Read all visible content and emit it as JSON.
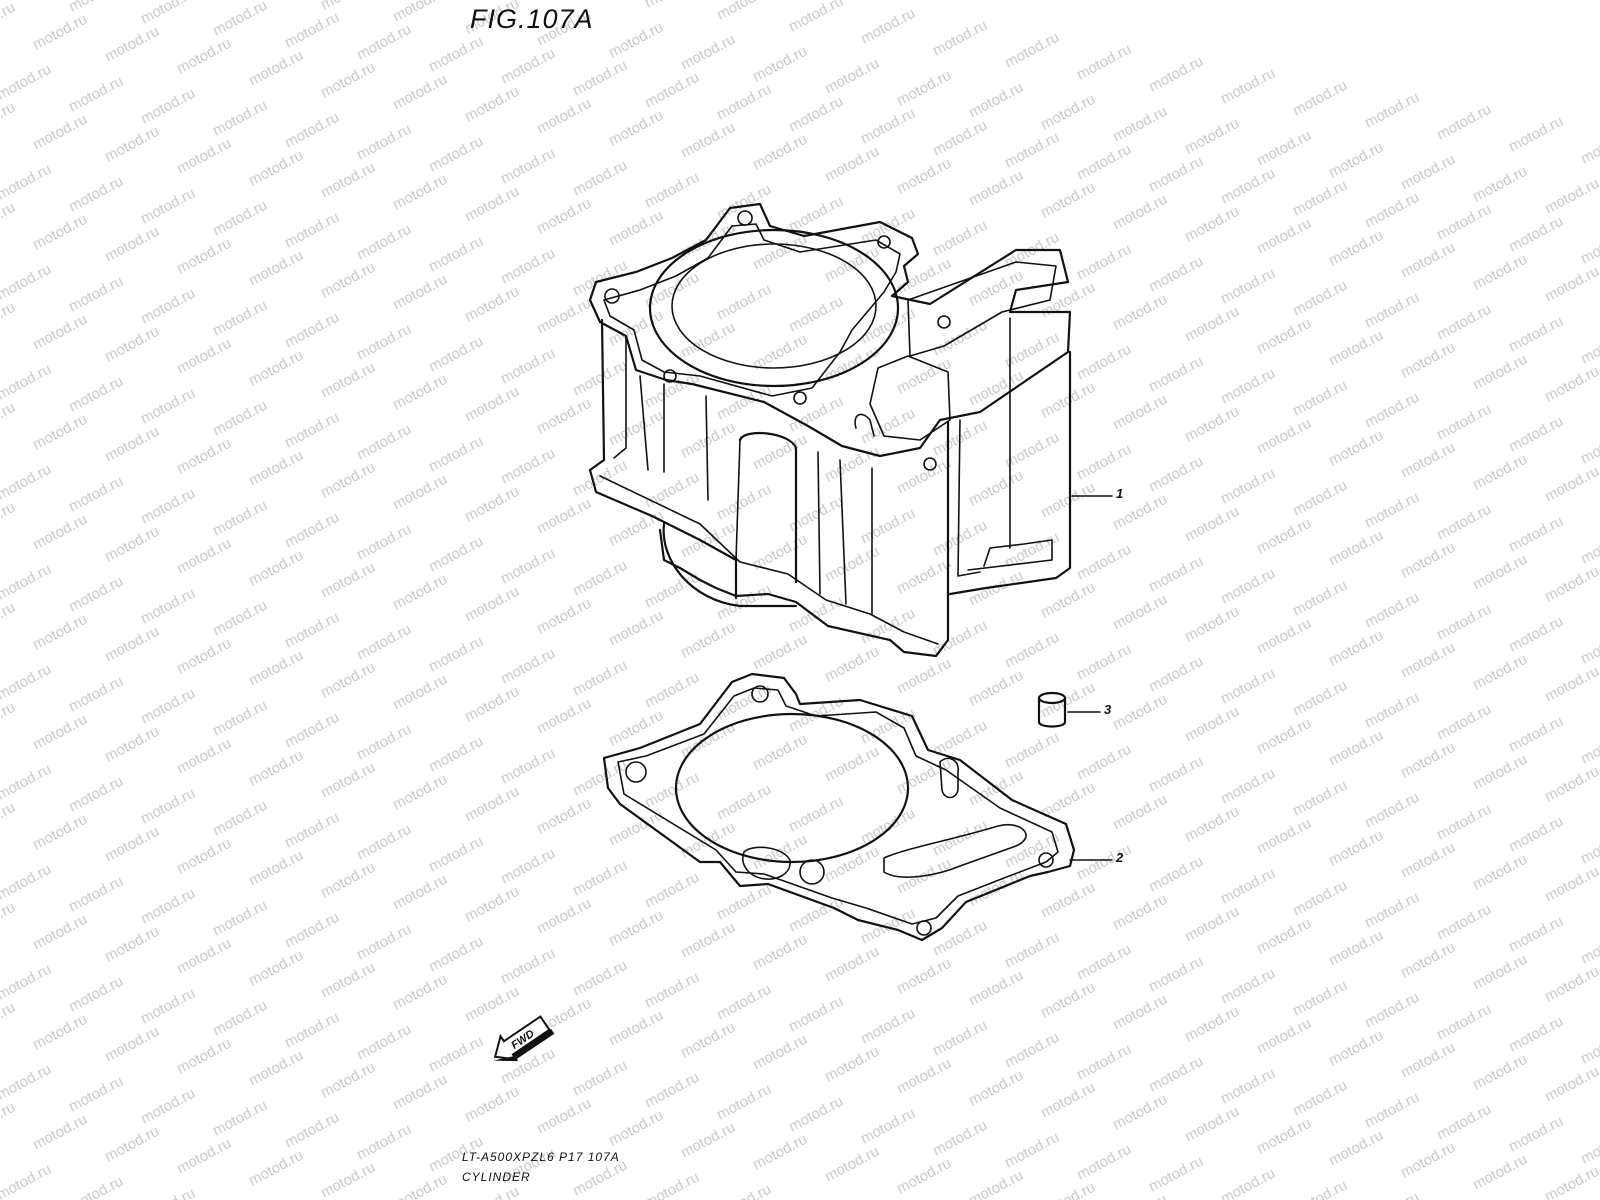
{
  "header": {
    "figure_title": "FIG.107A"
  },
  "parts": [
    {
      "ref": "1",
      "part": "cylinder"
    },
    {
      "ref": "2",
      "part": "cylinder gasket"
    },
    {
      "ref": "3",
      "part": "dowel pin"
    }
  ],
  "direction_badge": {
    "label": "FWD"
  },
  "footer": {
    "model_code": "LT-A500XPZL6  P17  107A",
    "section_name": "CYLINDER"
  },
  "watermark": {
    "text": "motod.ru"
  },
  "colors": {
    "line": "#111111",
    "watermark": "#c9c9c9",
    "background": "#ffffff"
  }
}
